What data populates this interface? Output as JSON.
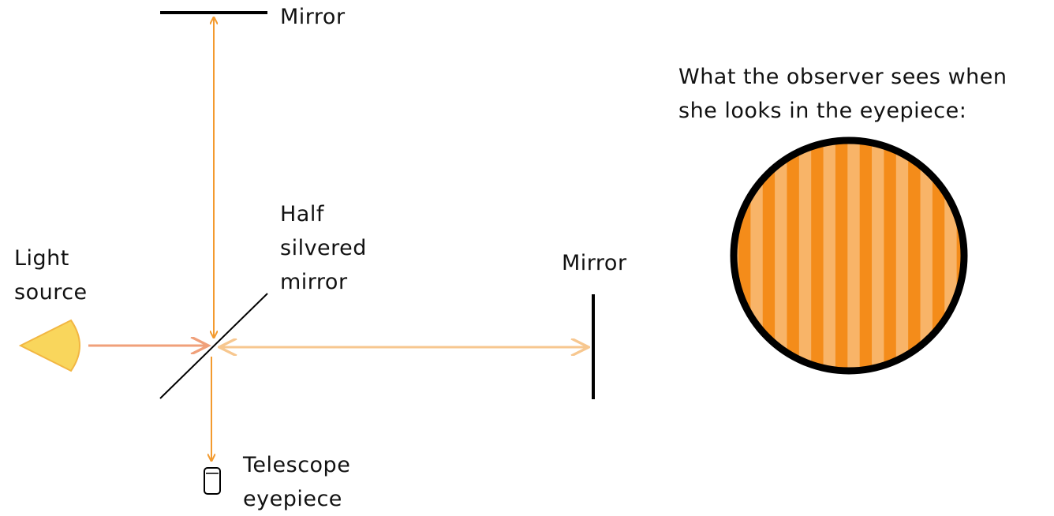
{
  "labels": {
    "mirror_top": "Mirror",
    "mirror_right": "Mirror",
    "half_silvered": [
      "Half",
      "silvered",
      "mirror"
    ],
    "light_source": [
      "Light",
      "source"
    ],
    "telescope": [
      "Telescope",
      "eyepiece"
    ],
    "observer_caption": [
      "What the observer sees when",
      "she looks in the eyepiece:"
    ]
  },
  "colors": {
    "light_source": "#f9d65c",
    "light_source_edge": "#f2b642",
    "beam_incoming": "#f0a07a",
    "beam_vertical": "#f39a2e",
    "beam_horizontal": "#f7c78f",
    "fringe_dark": "#f48c1a",
    "fringe_light": "#f8b468",
    "outline": "#000000"
  },
  "fringes": {
    "dark_band_count": 9
  }
}
